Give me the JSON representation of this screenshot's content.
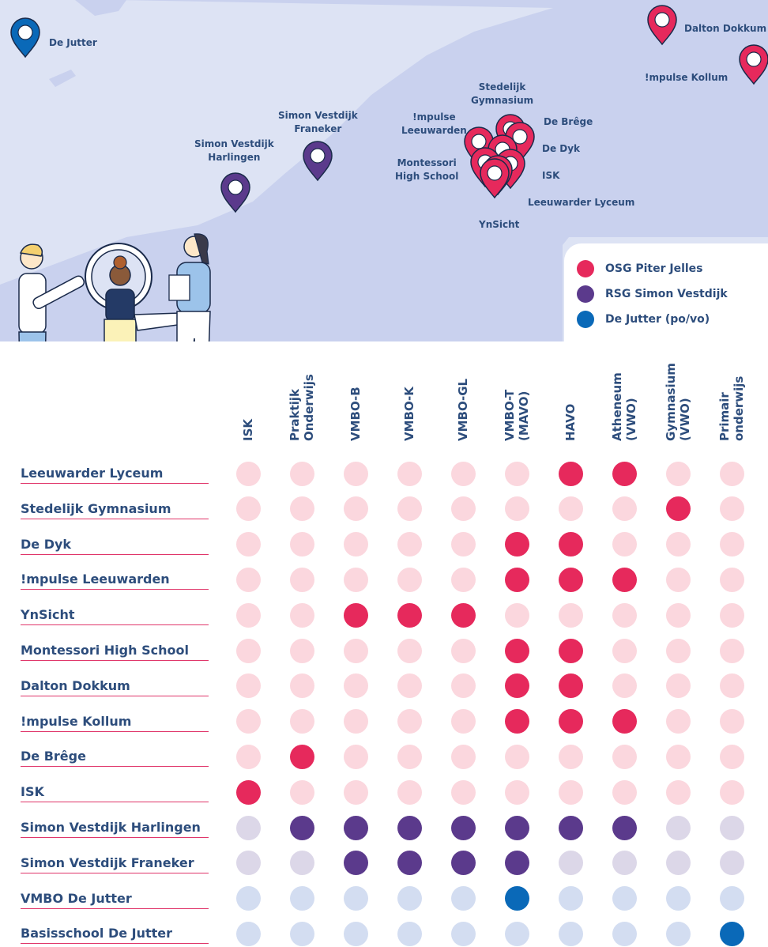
{
  "map": {
    "pins": [
      {
        "name": "De Jutter",
        "group": "blue",
        "label": "De Jutter"
      },
      {
        "name": "Simon Vestdijk Harlingen",
        "group": "purple",
        "label": "Simon Vestdijk\nHarlingen"
      },
      {
        "name": "Simon Vestdijk Franeker",
        "group": "purple",
        "label": "Simon Vestdijk\nFraneker"
      },
      {
        "name": "Stedelijk Gymnasium",
        "group": "red",
        "label": "Stedelijk\nGymnasium"
      },
      {
        "name": "!mpulse Leeuwarden",
        "group": "red",
        "label": "!mpulse\nLeeuwarden"
      },
      {
        "name": "De Brêge",
        "group": "red",
        "label": "De Brêge"
      },
      {
        "name": "De Dyk",
        "group": "red",
        "label": "De Dyk"
      },
      {
        "name": "Montessori High School",
        "group": "red",
        "label": "Montessori\nHigh School"
      },
      {
        "name": "ISK",
        "group": "red",
        "label": "ISK"
      },
      {
        "name": "Leeuwarder Lyceum",
        "group": "red",
        "label": "Leeuwarder Lyceum"
      },
      {
        "name": "YnSicht",
        "group": "red",
        "label": "YnSicht"
      },
      {
        "name": "Dalton Dokkum",
        "group": "red",
        "label": "Dalton Dokkum"
      },
      {
        "name": "!mpulse Kollum",
        "group": "red",
        "label": "!mpulse Kollum"
      }
    ]
  },
  "legend": [
    {
      "label": "OSG Piter Jelles",
      "color": "#e6295c"
    },
    {
      "label": "RSG Simon Vestdijk",
      "color": "#5b3a8c"
    },
    {
      "label": "De Jutter (po/vo)",
      "color": "#0a69b8"
    }
  ],
  "colors": {
    "red": "#e6295c",
    "red_light": "#fbd7de",
    "purple": "#5b3a8c",
    "purple_light": "#dcd7e8",
    "blue": "#0a69b8",
    "blue_light": "#d3ddf1",
    "text": "#2d4d7c",
    "map_bg": "#dde3f4",
    "land": "#c9d1ee"
  },
  "columns": [
    "ISK",
    "Praktijk\nOnderwijs",
    "VMBO-B",
    "VMBO-K",
    "VMBO-GL",
    "VMBO-T\n(MAVO)",
    "HAVO",
    "Atheneum\n(VWO)",
    "Gymnasium\n(VWO)",
    "Primair\nonderwijs"
  ],
  "rows": [
    {
      "name": "Leeuwarder Lyceum",
      "group": "red",
      "offers": [
        0,
        0,
        0,
        0,
        0,
        0,
        1,
        1,
        0,
        0
      ]
    },
    {
      "name": "Stedelijk Gymnasium",
      "group": "red",
      "offers": [
        0,
        0,
        0,
        0,
        0,
        0,
        0,
        0,
        1,
        0
      ]
    },
    {
      "name": "De Dyk",
      "group": "red",
      "offers": [
        0,
        0,
        0,
        0,
        0,
        1,
        1,
        0,
        0,
        0
      ]
    },
    {
      "name": "!mpulse Leeuwarden",
      "group": "red",
      "offers": [
        0,
        0,
        0,
        0,
        0,
        1,
        1,
        1,
        0,
        0
      ]
    },
    {
      "name": "YnSicht",
      "group": "red",
      "offers": [
        0,
        0,
        1,
        1,
        1,
        0,
        0,
        0,
        0,
        0
      ]
    },
    {
      "name": "Montessori High School",
      "group": "red",
      "offers": [
        0,
        0,
        0,
        0,
        0,
        1,
        1,
        0,
        0,
        0
      ]
    },
    {
      "name": "Dalton Dokkum",
      "group": "red",
      "offers": [
        0,
        0,
        0,
        0,
        0,
        1,
        1,
        0,
        0,
        0
      ]
    },
    {
      "name": "!mpulse Kollum",
      "group": "red",
      "offers": [
        0,
        0,
        0,
        0,
        0,
        1,
        1,
        1,
        0,
        0
      ]
    },
    {
      "name": "De Brêge",
      "group": "red",
      "offers": [
        0,
        1,
        0,
        0,
        0,
        0,
        0,
        0,
        0,
        0
      ]
    },
    {
      "name": "ISK",
      "group": "red",
      "offers": [
        1,
        0,
        0,
        0,
        0,
        0,
        0,
        0,
        0,
        0
      ]
    },
    {
      "name": "Simon Vestdijk Harlingen",
      "group": "purple",
      "offers": [
        0,
        1,
        1,
        1,
        1,
        1,
        1,
        1,
        0,
        0
      ]
    },
    {
      "name": "Simon Vestdijk Franeker",
      "group": "purple",
      "offers": [
        0,
        0,
        1,
        1,
        1,
        1,
        0,
        0,
        0,
        0
      ]
    },
    {
      "name": "VMBO De Jutter",
      "group": "blue",
      "offers": [
        0,
        0,
        0,
        0,
        0,
        1,
        0,
        0,
        0,
        0
      ]
    },
    {
      "name": "Basisschool De Jutter",
      "group": "blue",
      "offers": [
        0,
        0,
        0,
        0,
        0,
        0,
        0,
        0,
        0,
        1
      ]
    }
  ]
}
